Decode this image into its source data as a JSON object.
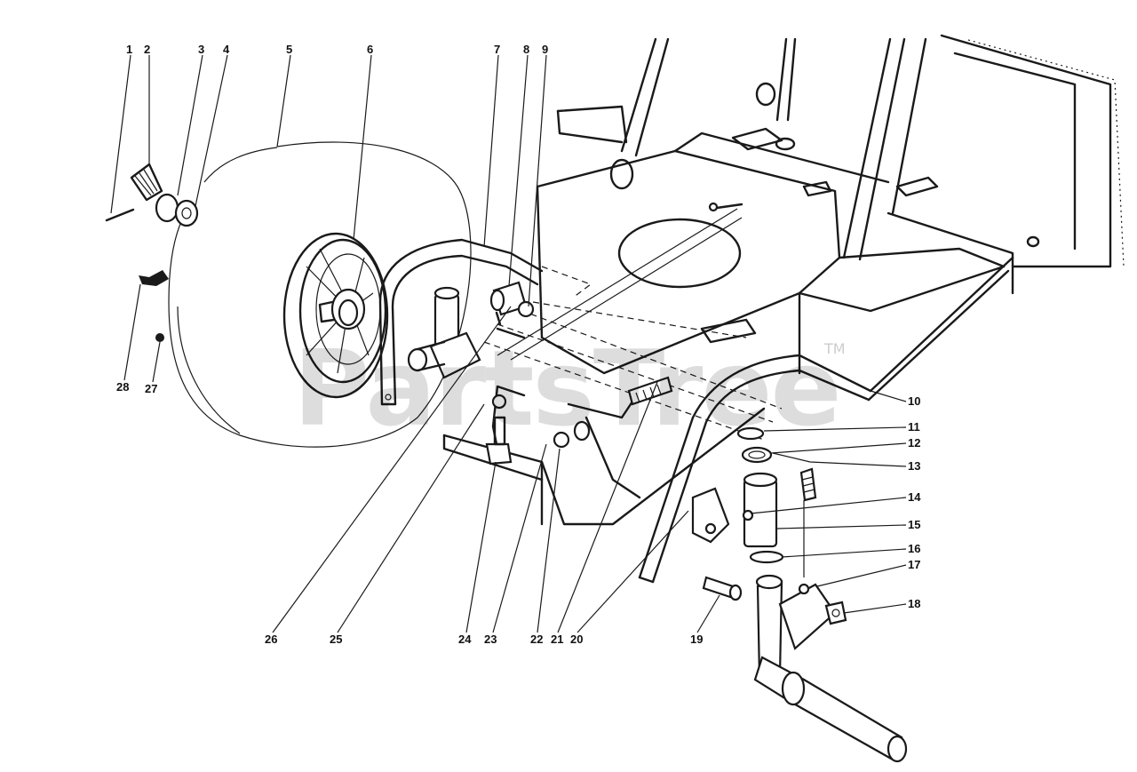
{
  "watermark": {
    "brand": "PartsTree",
    "tm": "TM"
  },
  "callouts": {
    "c1": "1",
    "c2": "2",
    "c3": "3",
    "c4": "4",
    "c5": "5",
    "c6": "6",
    "c7": "7",
    "c8": "8",
    "c9": "9",
    "c10": "10",
    "c11": "11",
    "c12": "12",
    "c13": "13",
    "c14": "14",
    "c15": "15",
    "c16": "16",
    "c17": "17",
    "c18": "18",
    "c19": "19",
    "c20": "20",
    "c21": "21",
    "c22": "22",
    "c23": "23",
    "c24": "24",
    "c25": "25",
    "c26": "26",
    "c27": "27",
    "c28": "28"
  }
}
